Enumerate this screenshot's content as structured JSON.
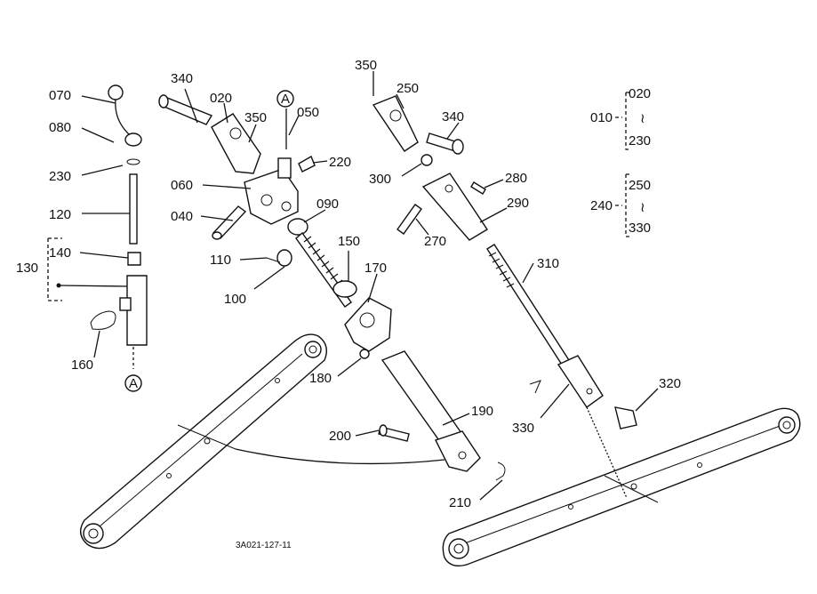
{
  "diagram_code": "3A021-127-11",
  "callouts": {
    "c070": "070",
    "c080": "080",
    "c230": "230",
    "c120": "120",
    "c140": "140",
    "c130": "130",
    "c160": "160",
    "cA1": "A",
    "c340a": "340",
    "c020a": "020",
    "c350a": "350",
    "cA2": "A",
    "c050": "050",
    "c220": "220",
    "c060": "060",
    "c040": "040",
    "c090": "090",
    "c110": "110",
    "c100": "100",
    "c150": "150",
    "c170": "170",
    "c180": "180",
    "c190": "190",
    "c200": "200",
    "c210": "210",
    "c350b": "350",
    "c250": "250",
    "c340b": "340",
    "c300": "300",
    "c280": "280",
    "c290": "290",
    "c270": "270",
    "c310": "310",
    "c330": "330",
    "c320": "320"
  },
  "legend": {
    "group1": {
      "main": "010",
      "top": "020",
      "tilde": "≀",
      "bottom": "230"
    },
    "group2": {
      "main": "240",
      "top": "250",
      "tilde": "≀",
      "bottom": "330"
    }
  }
}
